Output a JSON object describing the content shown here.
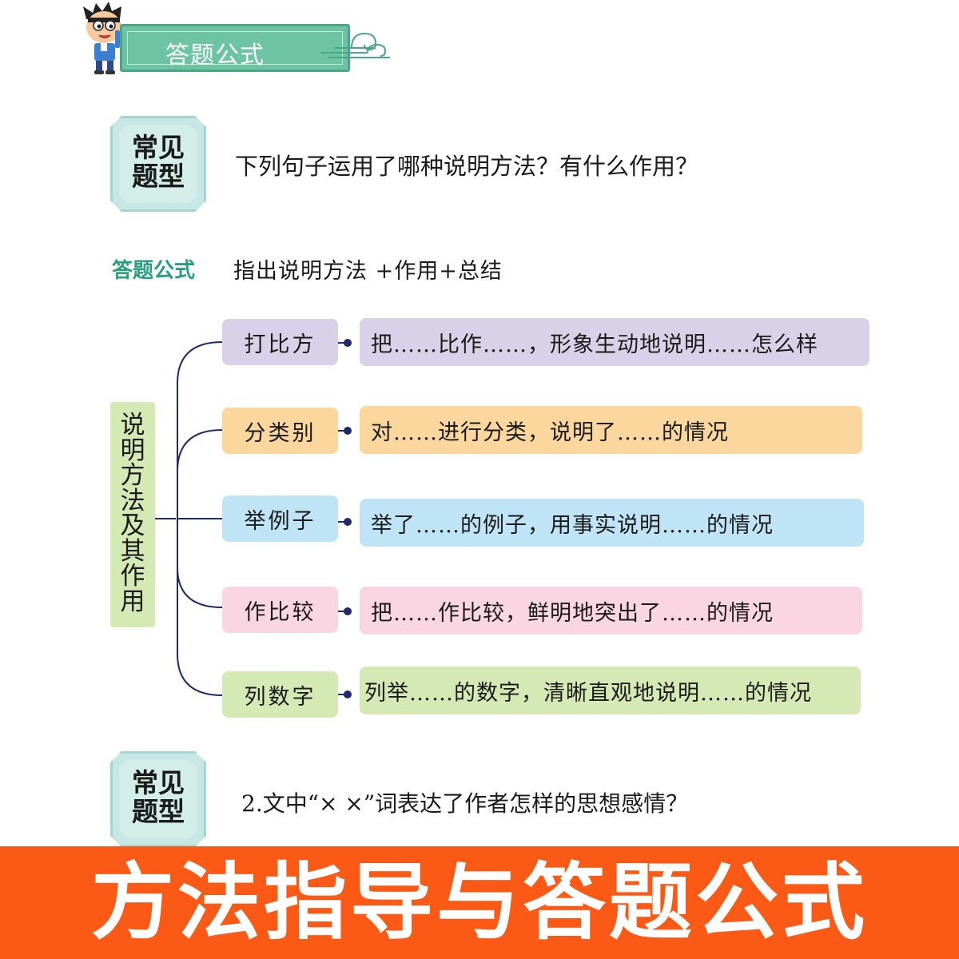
{
  "header": {
    "title": "答题公式"
  },
  "question1": {
    "badge": "常见题型",
    "text": "下列句子运用了哪种说明方法？有什么作用？"
  },
  "formula": {
    "label": "答题公式",
    "text": "指出说明方法 +作用+总结"
  },
  "methods": {
    "label": "说明方法及其作用",
    "items": [
      {
        "name": "打比方",
        "desc": "把……比作……，形象生动地说明……怎么样",
        "bg": "#d9d1e8",
        "descbg": "#d9d1e8"
      },
      {
        "name": "分类别",
        "desc": "对……进行分类，说明了……的情况",
        "bg": "#fbd69d",
        "descbg": "#fbd69d"
      },
      {
        "name": "举例子",
        "desc": "举了……的例子，用事实说明……的情况",
        "bg": "#bfe4f5",
        "descbg": "#bfe4f5"
      },
      {
        "name": "作比较",
        "desc": "把……作比较，鲜明地突出了……的情况",
        "bg": "#fad6e3",
        "descbg": "#fad6e3"
      },
      {
        "name": "列数字",
        "desc": "列举……的数字，清晰直观地说明……的情况",
        "bg": "#d5e9b4",
        "descbg": "#d5e9b4"
      }
    ]
  },
  "question2": {
    "badge": "常见题型",
    "text": "2.文中“× ×”词表达了作者怎样的思想感情？"
  },
  "bottom": {
    "title": "方法指导与答题公式"
  },
  "colors": {
    "accent_green": "#28a07e",
    "banner_orange": "#fb5a16",
    "connector_navy": "#1f2a6b"
  }
}
